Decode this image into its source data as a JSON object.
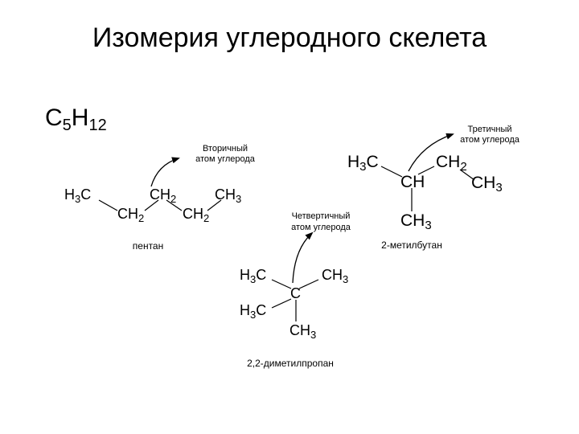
{
  "title": "Изомерия углеродного скелета",
  "formula": {
    "c": "C",
    "c_sub": "5",
    "h": "H",
    "h_sub": "12"
  },
  "pentane": {
    "groups": [
      {
        "base": "H",
        "sub": "3",
        "rest": "C"
      },
      {
        "base": "CH",
        "sub": "2",
        "rest": ""
      },
      {
        "base": "CH",
        "sub": "3",
        "rest": ""
      },
      {
        "base": "CH",
        "sub": "2",
        "rest": ""
      },
      {
        "base": "CH",
        "sub": "2",
        "rest": ""
      }
    ],
    "name": "пентан",
    "note_line1": "Вторичный",
    "note_line2": "атом углерода"
  },
  "methylbutane": {
    "groups": [
      {
        "base": "H",
        "sub": "3",
        "rest": "C"
      },
      {
        "base": "CH",
        "sub": "",
        "rest": ""
      },
      {
        "base": "CH",
        "sub": "2",
        "rest": ""
      },
      {
        "base": "CH",
        "sub": "3",
        "rest": ""
      },
      {
        "base": "CH",
        "sub": "3",
        "rest": ""
      }
    ],
    "name": "2-метилбутан",
    "note_line1": "Третичный",
    "note_line2": "атом углерода"
  },
  "dimethylpropane": {
    "groups": [
      {
        "base": "H",
        "sub": "3",
        "rest": "C"
      },
      {
        "base": "CH",
        "sub": "3",
        "rest": ""
      },
      {
        "base": "C",
        "sub": "",
        "rest": ""
      },
      {
        "base": "H",
        "sub": "3",
        "rest": "C"
      },
      {
        "base": "CH",
        "sub": "3",
        "rest": ""
      }
    ],
    "name": "2,2-диметилпропан",
    "note_line1": "Четвертичный",
    "note_line2": "атом углерода"
  }
}
